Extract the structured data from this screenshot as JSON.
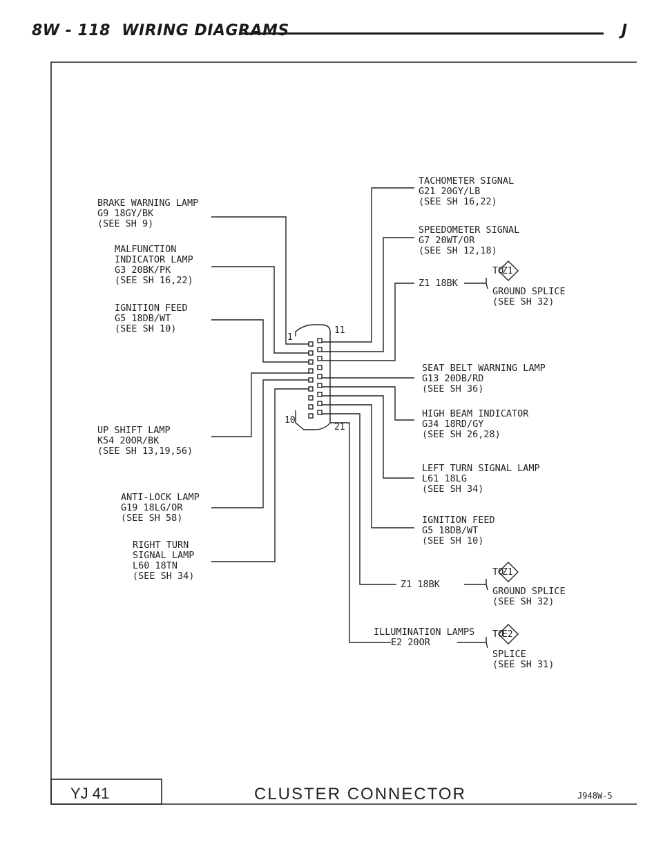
{
  "header": {
    "left": "8W - 118  WIRING DIAGRAMS",
    "right": "J"
  },
  "labels": {
    "brake": [
      "BRAKE WARNING LAMP",
      "G9 18GY/BK",
      "(SEE SH 9)"
    ],
    "malfunction": [
      "MALFUNCTION",
      "INDICATOR LAMP",
      "G3 20BK/PK",
      "(SEE SH 16,22)"
    ],
    "ignition_left": [
      "IGNITION FEED",
      "G5 18DB/WT",
      "(SEE SH 10)"
    ],
    "upshift": [
      "UP SHIFT LAMP",
      "K54 20OR/BK",
      "(SEE SH 13,19,56)"
    ],
    "antilock": [
      "ANTI-LOCK LAMP",
      "G19 18LG/OR",
      "(SEE SH 58)"
    ],
    "rightturn": [
      "RIGHT TURN",
      "SIGNAL LAMP",
      "L60 18TN",
      "(SEE SH 34)"
    ],
    "tach": [
      "TACHOMETER SIGNAL",
      "G21 20GY/LB",
      "(SEE SH 16,22)"
    ],
    "speedo": [
      "SPEEDOMETER SIGNAL",
      "G7 20WT/OR",
      "(SEE SH 12,18)"
    ],
    "z1_top_wire": "Z1 18BK",
    "z1_top_note": [
      "GROUND SPLICE",
      "(SEE SH 32)"
    ],
    "seatbelt": [
      "SEAT BELT WARNING LAMP",
      "G13 20DB/RD",
      "(SEE SH 36)"
    ],
    "highbeam": [
      "HIGH BEAM INDICATOR",
      "G34 18RD/GY",
      "(SEE SH 26,28)"
    ],
    "leftturn": [
      "LEFT TURN SIGNAL LAMP",
      "L61 18LG",
      "(SEE SH 34)"
    ],
    "ignition_right": [
      "IGNITION FEED",
      "G5 18DB/WT",
      "(SEE SH 10)"
    ],
    "z1_bot_wire": "Z1 18BK",
    "z1_bot_note": [
      "GROUND SPLICE",
      "(SEE SH 32)"
    ],
    "illum": "ILLUMINATION LAMPS",
    "e2_wire": "E2 20OR",
    "e2_note": [
      "SPLICE",
      "(SEE SH 31)"
    ],
    "to": "TO",
    "z1_code": "Z1",
    "e2_code": "E2"
  },
  "pins": {
    "p1": "1",
    "p11": "11",
    "p10": "10",
    "p21": "21"
  },
  "footer": {
    "model": "YJ  41",
    "title": "CLUSTER CONNECTOR",
    "code": "J948W-5"
  }
}
